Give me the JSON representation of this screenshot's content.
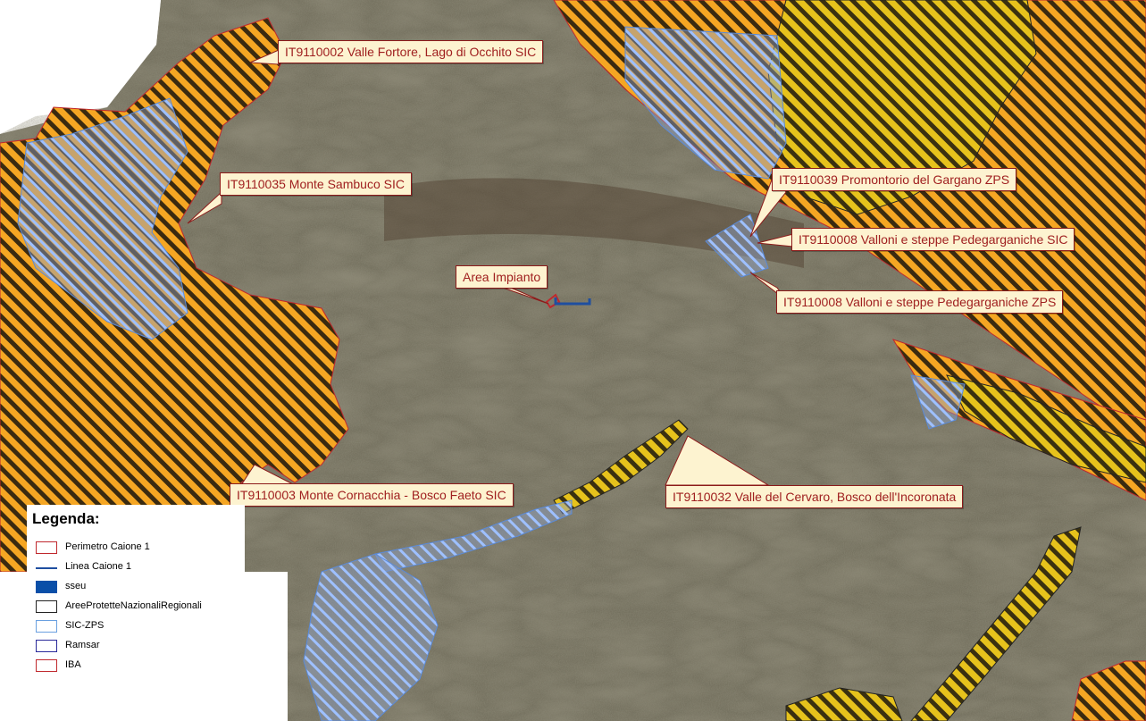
{
  "map": {
    "callouts": [
      {
        "id": "valle-fortore",
        "text": "IT9110002 Valle Fortore, Lago di Occhito SIC"
      },
      {
        "id": "monte-sambuco",
        "text": "IT9110035 Monte Sambuco SIC"
      },
      {
        "id": "gargano-zps",
        "text": "IT9110039 Promontorio del Gargano ZPS"
      },
      {
        "id": "valloni-sic",
        "text": "IT9110008 Valloni e steppe Pedegarganiche SIC"
      },
      {
        "id": "area-impianto",
        "text": "Area Impianto"
      },
      {
        "id": "valloni-zps",
        "text": "IT9110008 Valloni e steppe Pedegarganiche ZPS"
      },
      {
        "id": "monte-cornacchia",
        "text": "IT9110003 Monte Cornacchia - Bosco Faeto SIC"
      },
      {
        "id": "valle-cervaro",
        "text": "IT9110032 Valle del Cervaro, Bosco dell'Incoronata"
      }
    ]
  },
  "legend": {
    "title": "Legenda:",
    "items": [
      {
        "label": "Perimetro Caione 1",
        "symbol": "outline",
        "color": "#c0282d"
      },
      {
        "label": "Linea Caione 1",
        "symbol": "line",
        "color": "#1f4fa0"
      },
      {
        "label": "sseu",
        "symbol": "fill",
        "color": "#0a4fa8"
      },
      {
        "label": "AreeProtetteNazionaliRegionali",
        "symbol": "outline",
        "color": "#222222"
      },
      {
        "label": "SIC-ZPS",
        "symbol": "outline",
        "color": "#6aa0e0"
      },
      {
        "label": "Ramsar",
        "symbol": "outline",
        "color": "#2a2a9a"
      },
      {
        "label": "IBA",
        "symbol": "outline",
        "color": "#c0282d"
      }
    ]
  },
  "colors": {
    "iba_fill": "#f5a623",
    "zps_fill": "#e6c21c",
    "sic_hatch": "#8aaee6",
    "terrain": "#6e6a58",
    "callout_bg": "#fdf3d0",
    "callout_text": "#a02020"
  }
}
